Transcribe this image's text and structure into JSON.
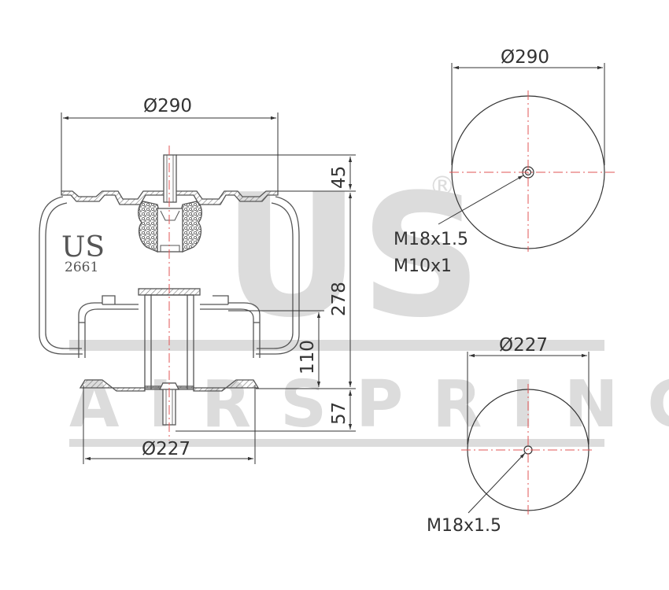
{
  "watermark": {
    "brand_short": "US",
    "brand_long": "AIRSPRING",
    "registered_mark": "®"
  },
  "logo": {
    "text": "US",
    "part_number": "2661"
  },
  "side_view": {
    "top_diameter": "Ø290",
    "bottom_diameter": "Ø227",
    "top_stud_height": "45",
    "total_height": "278",
    "piston_height": "110",
    "bottom_stud_height": "57"
  },
  "top_view": {
    "diameter": "Ø290",
    "thread_1": "M18x1.5",
    "thread_2": "M10x1"
  },
  "bottom_view": {
    "diameter": "Ø227",
    "thread": "M18x1.5"
  },
  "colors": {
    "line": "#555555",
    "centerline": "#e05555",
    "watermark": "#dcdcdc"
  }
}
